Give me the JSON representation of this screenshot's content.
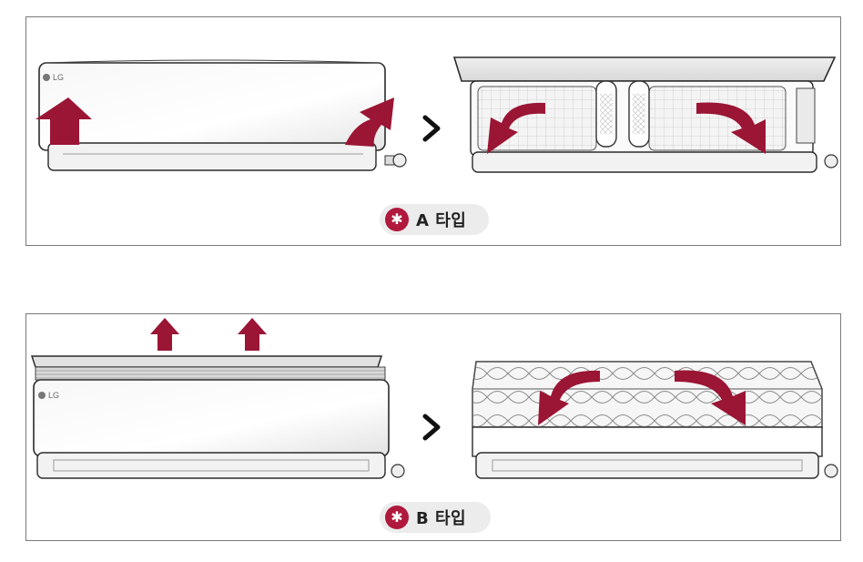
{
  "type_a": {
    "label": "A 타입",
    "logo_text": "LG"
  },
  "type_b": {
    "label": "B 타입",
    "logo_text": "LG"
  },
  "colors": {
    "arrow": "#9b1535",
    "badge_star_bg": "#b0193d",
    "badge_bg": "#ececec",
    "frame": "#7a7a7a"
  },
  "icons": {
    "step_arrow": "chevron-right-icon",
    "badge": "star-icon",
    "lift": "arrow-up-icon",
    "open": "curved-arrow-down-icon"
  }
}
